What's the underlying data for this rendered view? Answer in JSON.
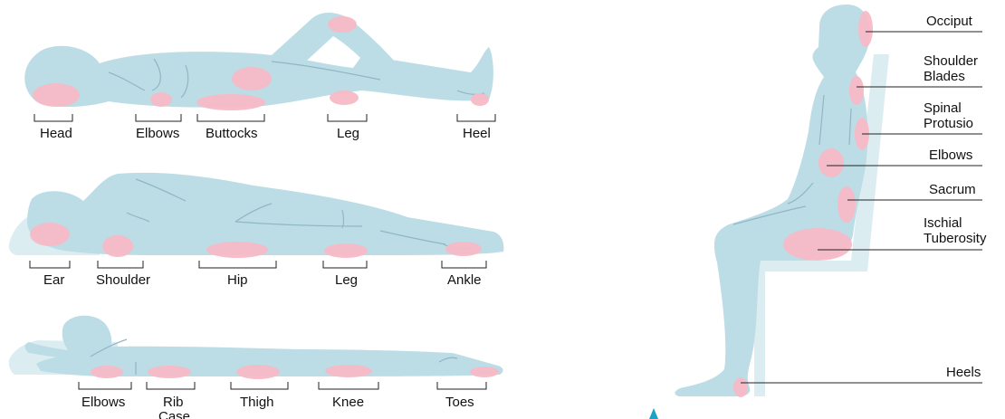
{
  "labels": {
    "supine": [
      "Head",
      "Elbows",
      "Buttocks",
      "Leg",
      "Heel"
    ],
    "side": [
      "Ear",
      "Shoulder",
      "Hip",
      "Leg",
      "Ankle"
    ],
    "prone": [
      "Elbows",
      "Rib",
      "Case",
      "Thigh",
      "Knee",
      "Toes"
    ],
    "seated": [
      "Occiput",
      "Shoulder",
      "Blades",
      "Spinal",
      "Protusio",
      "Elbows",
      "Sacrum",
      "Ischial",
      "Tuberosity",
      "Heels"
    ]
  },
  "colors": {
    "body": "#bcdde6",
    "pressure_point": "#f7b9c6",
    "support": "#dcedf2",
    "accent_marker": "#1aa3c4"
  }
}
